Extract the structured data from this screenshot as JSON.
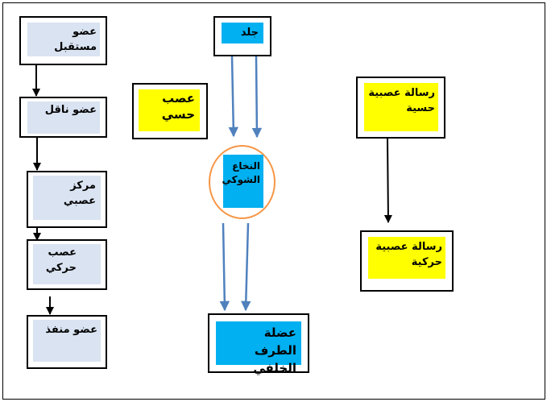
{
  "left_chain": {
    "receptor": "عضو مستقبل",
    "sensory_neuron": "عضو ناقل",
    "nerve_center": "مركز\nعصبي",
    "motor_nerve": "عصب\nحركي",
    "effector": "عضو منفذ"
  },
  "middle": {
    "skin": "جلد",
    "sensory_nerve": "عصب\nحسي",
    "spinal_cord": "النخاع\nالشوكي",
    "muscle": "عضلة الطرف\nالخلفي"
  },
  "right": {
    "sensory_message": "رسالة عصبية\nحسية",
    "motor_message": "رسالة عصبية\nحركية"
  },
  "colors": {
    "light_blue": "#d9e3f1",
    "yellow": "#ffff00",
    "cyan": "#00b0f0",
    "arrow_blue": "#4f81bd",
    "ellipse_orange": "#f79646"
  }
}
